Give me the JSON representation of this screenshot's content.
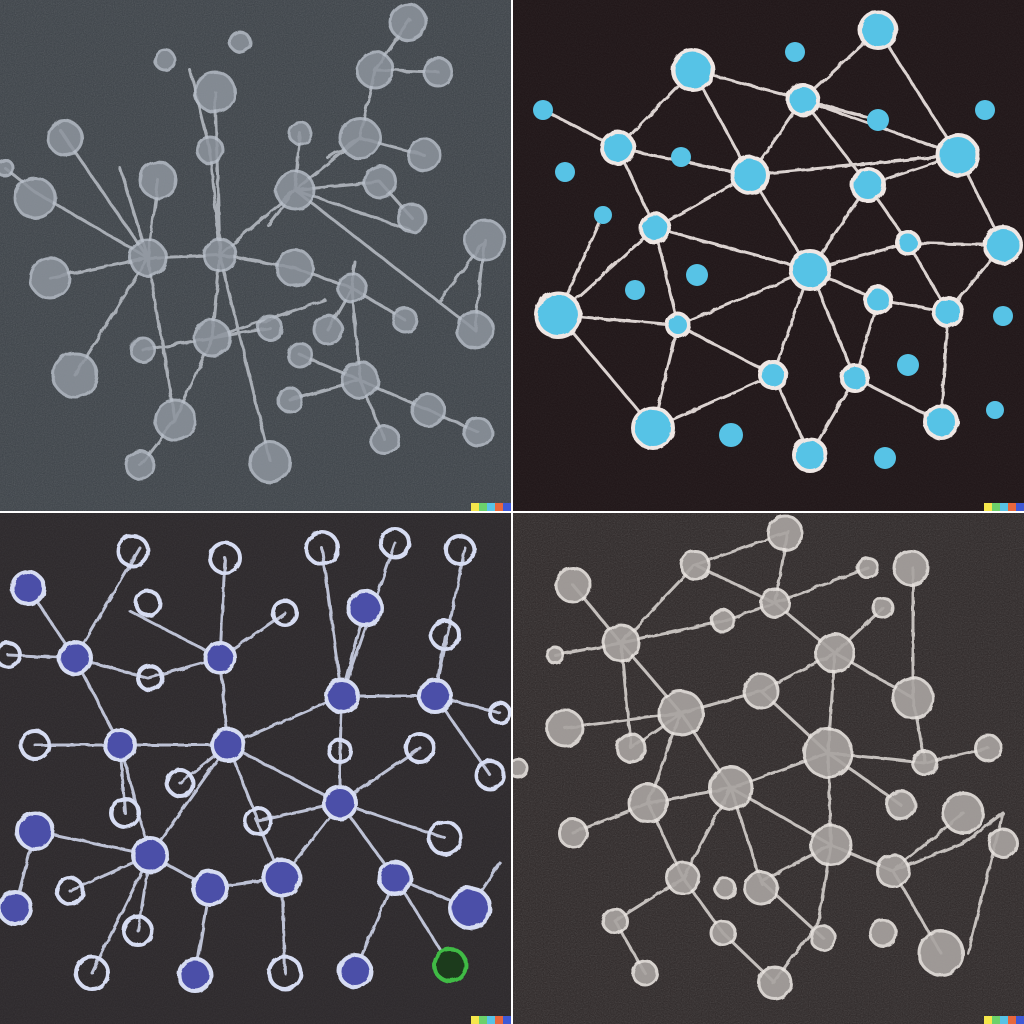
{
  "tiles": [
    {
      "id": "tl",
      "bg": "#3b4147",
      "stroke": "#c9ced6",
      "fill": "#8e959e",
      "accent": "#b7bec8"
    },
    {
      "id": "tr",
      "bg": "#1e1416",
      "stroke": "#efe7e4",
      "fill": "#57c3e6",
      "accent": "#57c3e6"
    },
    {
      "id": "bl",
      "bg": "#2a2629",
      "stroke": "#d6dcf2",
      "fill": "#4b4fa8",
      "accent": "#3fbb45"
    },
    {
      "id": "br",
      "bg": "#2b2525",
      "stroke": "#e8e3df",
      "fill": "#a9a4a1",
      "accent": "#c9c4c0"
    }
  ],
  "watermark_colors": [
    "#f5e74b",
    "#6bd16b",
    "#57c3e6",
    "#e8673c",
    "#3e59d6"
  ]
}
